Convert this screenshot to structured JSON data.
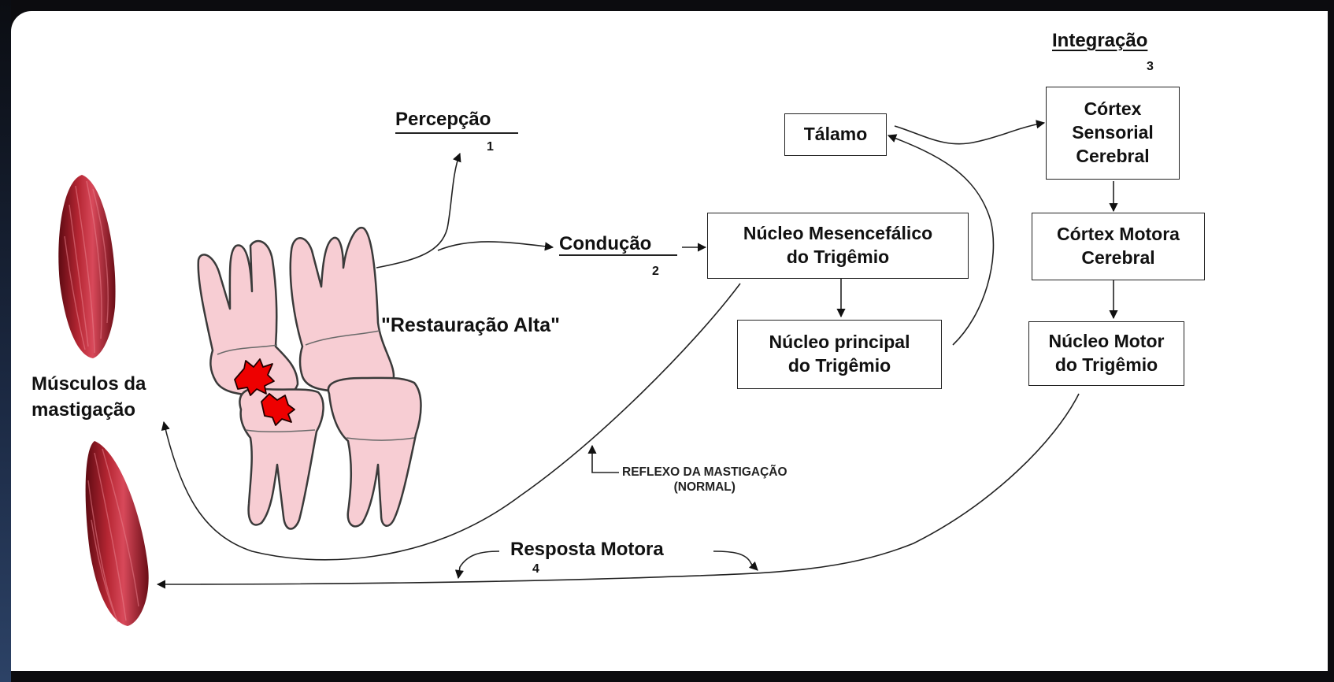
{
  "steps": {
    "perception": {
      "title": "Percepção",
      "number": "1"
    },
    "conduction": {
      "title": "Condução",
      "number": "2"
    },
    "integration": {
      "title": "Integração",
      "number": "3"
    },
    "response": {
      "title": "Resposta Motora",
      "number": "4"
    }
  },
  "labels": {
    "restoration": "\"Restauração Alta\"",
    "muscles_line1": "Músculos da",
    "muscles_line2": "mastigação",
    "reflex_line1": "REFLEXO DA MASTIGAÇÃO",
    "reflex_line2": "(NORMAL)"
  },
  "boxes": {
    "thalamus": [
      "Tálamo"
    ],
    "sensory_cortex": [
      "Córtex",
      "Sensorial",
      "Cerebral"
    ],
    "mesencephalic": [
      "Núcleo Mesencefálico",
      "do Trigêmio"
    ],
    "principal": [
      "Núcleo principal",
      "do Trigêmio"
    ],
    "motor_cortex": [
      "Córtex Motora",
      "Cerebral"
    ],
    "motor_nucleus": [
      "Núcleo Motor",
      "do Trigêmio"
    ]
  },
  "colors": {
    "background": "#ffffff",
    "tooth_fill": "#f7cdd3",
    "tooth_outline": "#3a3a3a",
    "contact_mark": "#ee0000",
    "muscle": "#9c1c26",
    "frame": "#0c0c0f"
  }
}
